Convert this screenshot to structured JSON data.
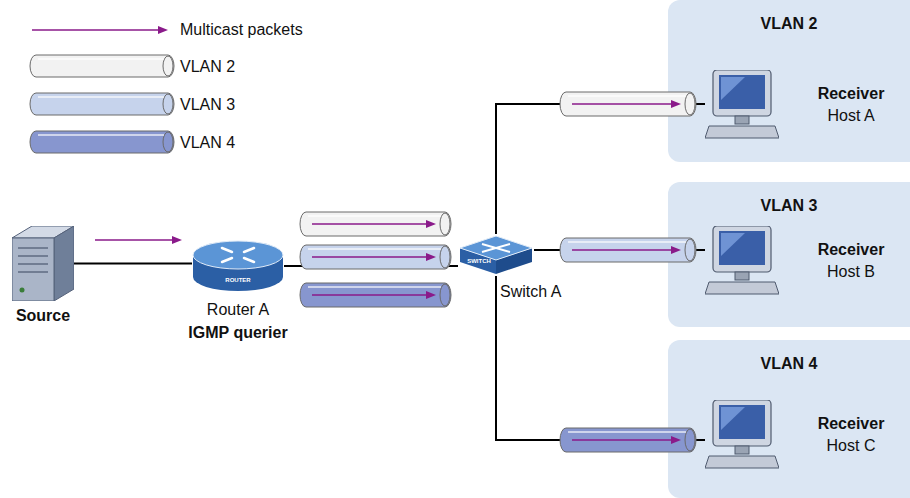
{
  "diagram": {
    "nodes": [
      {
        "text": [
          "Source"
        ]
      },
      {
        "text": [
          "Router A",
          "IGMP querier"
        ]
      },
      {
        "text": [
          "Switch A"
        ]
      },
      {
        "text": [
          "VLAN 2"
        ]
      },
      {
        "text": [
          "Receiver",
          "Host A"
        ],
        "in": 3
      },
      {
        "text": [
          "VLAN 3"
        ]
      },
      {
        "text": [
          "Receiver",
          "Host B"
        ],
        "in": 5
      },
      {
        "text": [
          "VLAN 4"
        ]
      },
      {
        "text": [
          "Receiver",
          "Host C"
        ],
        "in": 7
      }
    ],
    "edges": [
      {
        "from": 0,
        "to": 1,
        "arrow": "none"
      },
      {
        "from": 1,
        "to": 2,
        "arrow": "none"
      },
      {
        "from": 2,
        "to": 4,
        "arrow": "none"
      },
      {
        "from": 2,
        "to": 6,
        "arrow": "none"
      },
      {
        "from": 2,
        "to": 8,
        "arrow": "none"
      }
    ],
    "labels": [
      "ROUTER",
      "SWITCH"
    ],
    "legend": [
      {
        "text": "Multicast packets"
      },
      {
        "text": "VLAN 2",
        "color": "#f2f2f2"
      },
      {
        "text": "VLAN 3",
        "color": "#c6d3ec"
      },
      {
        "text": "VLAN 4",
        "color": "#8796cf"
      }
    ]
  }
}
